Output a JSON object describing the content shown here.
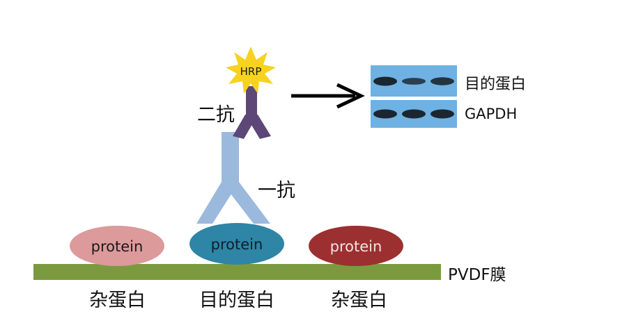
{
  "hrp": {
    "label": "HRP",
    "color": "#f7d21f"
  },
  "secondary_antibody": {
    "label": "二抗",
    "color": "#5d4678"
  },
  "primary_antibody": {
    "label": "一抗",
    "color": "#9bb9dd"
  },
  "blot": {
    "background": "#6fb1e2",
    "band_color": "#1b2630",
    "rows": [
      {
        "label": "目的蛋白",
        "band_intensity": [
          1.0,
          0.6,
          0.8
        ]
      },
      {
        "label": "GAPDH",
        "band_intensity": [
          1.0,
          1.0,
          1.0
        ]
      }
    ]
  },
  "proteins": [
    {
      "text": "protein",
      "fill": "#dc9a9b",
      "text_color": "#1a1a1a",
      "caption": "杂蛋白"
    },
    {
      "text": "protein",
      "fill": "#2e85a6",
      "text_color": "#0f1f2a",
      "caption": "目的蛋白"
    },
    {
      "text": "protein",
      "fill": "#9c3030",
      "text_color": "#f3e3e3",
      "caption": "杂蛋白"
    }
  ],
  "membrane": {
    "label": "PVDF膜",
    "color": "#7b9a3f"
  }
}
